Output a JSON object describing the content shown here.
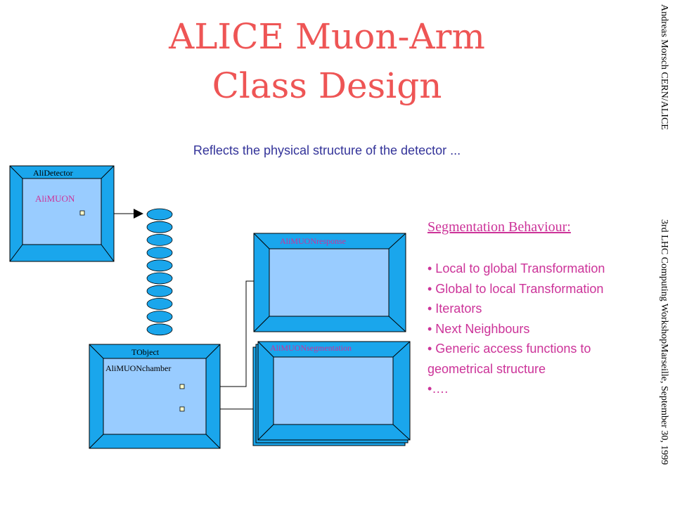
{
  "title": {
    "line1": "ALICE Muon-Arm",
    "line2": "Class Design"
  },
  "subtitle": "Reflects the physical structure of the detector ...",
  "side_text": {
    "author": "Andreas Morsch CERN/ALICE",
    "event": "3rd LHC Computing WorkshopMarseille, September 30, 1999"
  },
  "diagram": {
    "ali_detector": {
      "base_label": "AliDetector",
      "class_label": "AliMUON"
    },
    "t_object": {
      "base_label": "TObject",
      "class_label": "AliMUONchamber"
    },
    "response": {
      "class_label": "AliMUONresponse"
    },
    "segmentation": {
      "class_label": "AliMUONsegmentation"
    },
    "chamber_stack_count": 10
  },
  "segmentation_behaviour": {
    "heading": "Segmentation Behaviour:",
    "items": [
      "• Local to global Transformation",
      "• Global to local Transformation",
      "• Iterators",
      "• Next Neighbours",
      "• Generic  access functions to geometrical structure",
      "•…."
    ]
  },
  "colors": {
    "title": "#ee5555",
    "box_frame": "#1aa6ec",
    "box_inner": "#99ccff",
    "accent_magenta": "#cc3399",
    "subtitle": "#333399"
  }
}
